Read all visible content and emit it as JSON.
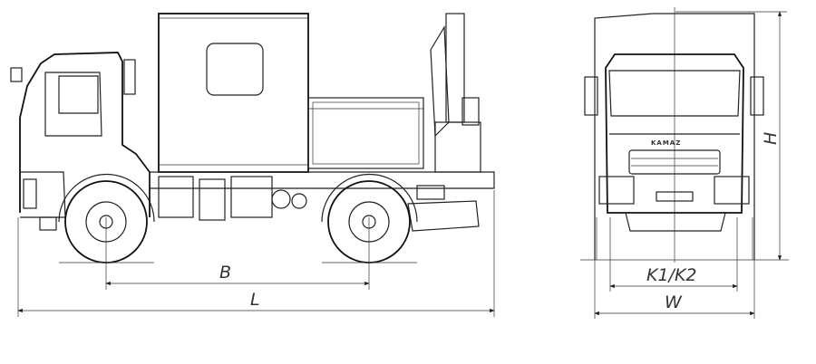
{
  "dimensions": {
    "wheelbase": "B",
    "length": "L",
    "height": "H",
    "track": "K1/K2",
    "width": "W"
  },
  "brand": "KAMAZ"
}
